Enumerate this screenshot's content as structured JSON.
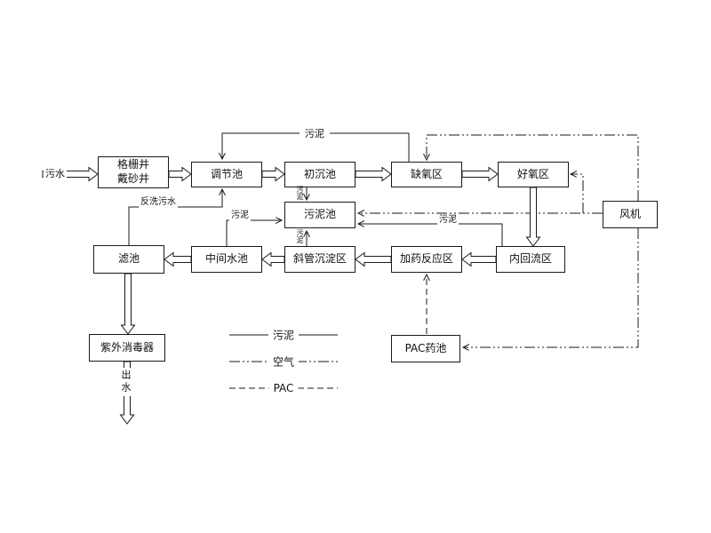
{
  "nodes": {
    "grit_well": {
      "label": "格栅井\n戴砂井"
    },
    "regulating_tank": {
      "label": "调节池"
    },
    "primary_sedimentation_tank": {
      "label": "初沉池"
    },
    "anoxic_zone": {
      "label": "缺氧区"
    },
    "aerobic_zone": {
      "label": "好氧区"
    },
    "blower": {
      "label": "风机"
    },
    "sludge_tank": {
      "label": "污泥池"
    },
    "filter_tank": {
      "label": "滤池"
    },
    "intermediate_tank": {
      "label": "中间水池"
    },
    "inclined_tube_settling_zone": {
      "label": "斜管沉淀区"
    },
    "dosing_reaction_zone": {
      "label": "加药反应区"
    },
    "internal_reflux_zone": {
      "label": "内回流区"
    },
    "uv_disinfector": {
      "label": "紫外消毒器"
    },
    "pac_tank": {
      "label": "PAC药池"
    }
  },
  "flow_labels": {
    "influent": "污水",
    "effluent": "出水",
    "backwash_water": "反洗污水",
    "sludge_top": "污泥",
    "sludge_mid_left": "污泥",
    "sludge_primary": "污泥",
    "sludge_inclined": "污泥",
    "sludge_reflux": "污泥"
  },
  "legend": {
    "items": [
      {
        "label": "污泥",
        "style": "solid"
      },
      {
        "label": "空气",
        "style": "dash-dot-dot"
      },
      {
        "label": "PAC",
        "style": "dashed"
      }
    ]
  },
  "colors": {
    "line": "#1a1a1a",
    "background": "#ffffff"
  }
}
